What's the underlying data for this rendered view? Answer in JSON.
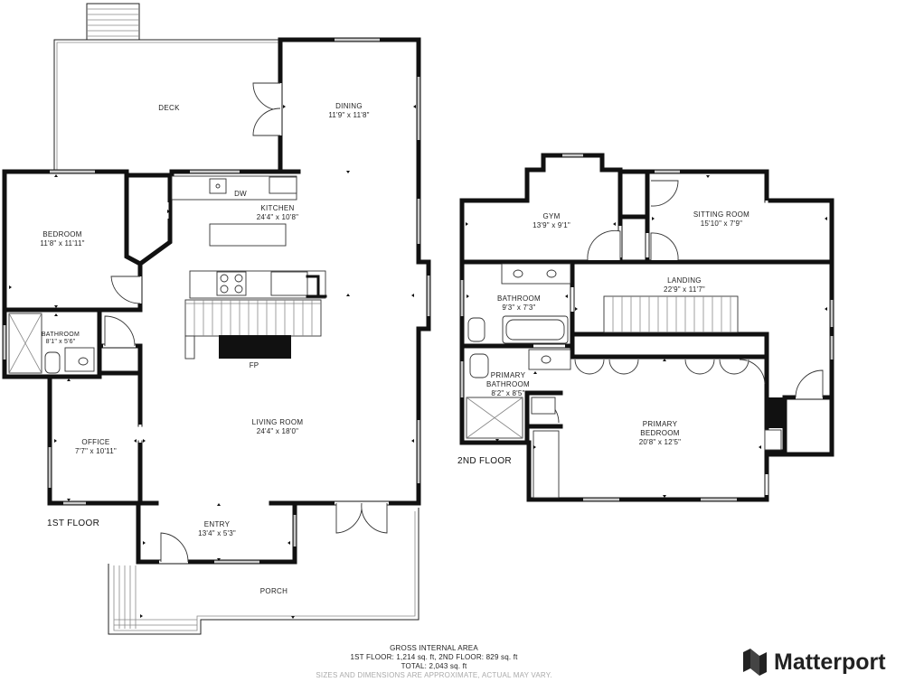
{
  "floors": [
    {
      "label": "1ST FLOOR"
    },
    {
      "label": "2ND FLOOR"
    }
  ],
  "rooms": [
    {
      "name": "DECK",
      "dims": ""
    },
    {
      "name": "DINING",
      "dims": "11'9\" x 11'8\""
    },
    {
      "name": "KITCHEN",
      "dims": "24'4\" x 10'8\""
    },
    {
      "name": "BEDROOM",
      "dims": "11'8\" x 11'11\""
    },
    {
      "name": "BATHROOM",
      "dims": "8'1\" x 5'6\""
    },
    {
      "name": "LIVING ROOM",
      "dims": "24'4\" x 18'0\""
    },
    {
      "name": "OFFICE",
      "dims": "7'7\" x 10'11\""
    },
    {
      "name": "ENTRY",
      "dims": "13'4\" x 5'3\""
    },
    {
      "name": "PORCH",
      "dims": ""
    },
    {
      "name": "GYM",
      "dims": "13'9\" x 9'1\""
    },
    {
      "name": "SITTING ROOM",
      "dims": "15'10\" x 7'9\""
    },
    {
      "name": "LANDING",
      "dims": "22'9\" x 11'7\""
    },
    {
      "name": "BATHROOM",
      "dims": "9'3\" x 7'3\""
    },
    {
      "name": "PRIMARY",
      "name2": "BATHROOM",
      "dims": "8'2\" x 8'5\""
    },
    {
      "name": "PRIMARY",
      "name2": "BEDROOM",
      "dims": "20'8\" x 12'5\""
    }
  ],
  "fixture_labels": {
    "dishwasher": "DW",
    "fireplace": "FP"
  },
  "footer": {
    "title": "GROSS INTERNAL AREA",
    "line1": "1ST FLOOR: 1,214 sq. ft, 2ND FLOOR: 829 sq. ft",
    "line2": "TOTAL: 2,043 sq. ft",
    "disclaimer": "SIZES AND DIMENSIONS ARE APPROXIMATE, ACTUAL MAY VARY."
  },
  "brand": {
    "name": "Matterport",
    "icon": "matterport-logo-icon"
  }
}
